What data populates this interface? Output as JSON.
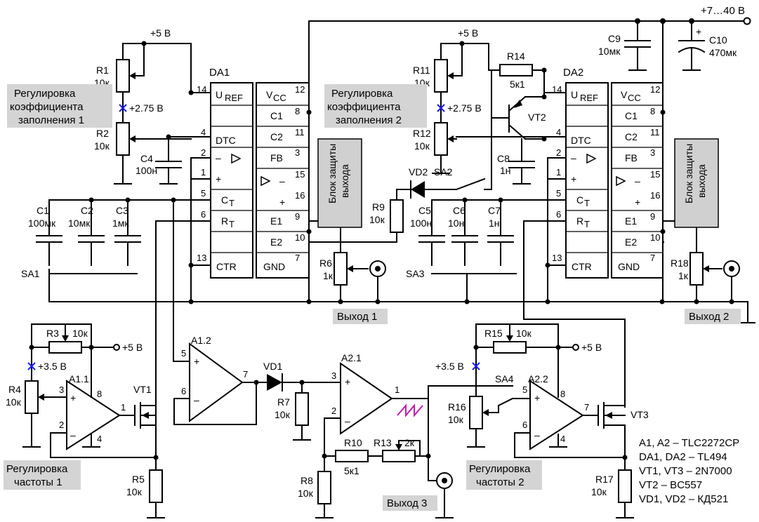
{
  "supply": {
    "main": "+7…40 В",
    "p5": "+5 В",
    "v275": "+2.75 В",
    "v35": "+3.5 В"
  },
  "notes": {
    "duty1": [
      "Регулировка",
      "коэффициента",
      "заполнения 1"
    ],
    "duty2": [
      "Регулировка",
      "коэффициента",
      "заполнения 2"
    ],
    "freq1": [
      "Регулировка",
      "частоты 1"
    ],
    "freq2": [
      "Регулировка",
      "частоты 2"
    ]
  },
  "outputs": {
    "out1": "Выход 1",
    "out2": "Выход 2",
    "out3": "Выход 3"
  },
  "protect_block": [
    "Блок защиты",
    "выхода"
  ],
  "ic": {
    "da1": "DA1",
    "da2": "DA2",
    "pins_left": [
      "U",
      "REF",
      "DTC",
      "–",
      "+",
      "C",
      "T",
      "R",
      "T",
      "CTR"
    ],
    "pins_right": [
      "V",
      "CC",
      "C1",
      "C2",
      "FB",
      "E1",
      "E2",
      "GND"
    ],
    "pin_no": {
      "p14": "14",
      "p4": "4",
      "p2": "2",
      "p1": "1",
      "p5": "5",
      "p6": "6",
      "p13": "13",
      "p12": "12",
      "p8": "8",
      "p11": "11",
      "p3": "3",
      "p15": "15",
      "p16": "16",
      "p9": "9",
      "p10": "10",
      "p7": "7"
    }
  },
  "comp": {
    "r1": [
      "R1",
      "10к"
    ],
    "r2": [
      "R2",
      "10к"
    ],
    "c4": [
      "C4",
      "100н"
    ],
    "c1": [
      "C1",
      "100мк"
    ],
    "c2": [
      "C2",
      "10мк"
    ],
    "c3": [
      "C3",
      "1мк"
    ],
    "sa1": "SA1",
    "r6": [
      "R6",
      "1к"
    ],
    "r11": [
      "R11",
      "10к"
    ],
    "r12": [
      "R12",
      "10к"
    ],
    "r14": [
      "R14",
      "5к1"
    ],
    "vt2": "VT2",
    "c8": [
      "C8",
      "1н"
    ],
    "vd2": "VD2",
    "sa2": "SA2",
    "r9": [
      "R9",
      "10к"
    ],
    "c5": [
      "C5",
      "100н"
    ],
    "c6": [
      "C6",
      "10н"
    ],
    "c7": [
      "C7",
      "1н"
    ],
    "sa3": "SA3",
    "c9": [
      "C9",
      "10мк"
    ],
    "c10": [
      "C10",
      "470мк"
    ],
    "r18": [
      "R18",
      "1к"
    ],
    "r3": [
      "R3",
      "10к"
    ],
    "r4": [
      "R4",
      "10к"
    ],
    "a11": "A1.1",
    "vt1": "VT1",
    "r5": [
      "R5",
      "10к"
    ],
    "a12": "A1.2",
    "vd1": "VD1",
    "r7": [
      "R7",
      "10к"
    ],
    "a21": "A2.1",
    "r10": [
      "R10",
      "5к1"
    ],
    "r13": [
      "R13",
      "2к"
    ],
    "r8": [
      "R8",
      "10к"
    ],
    "r15": [
      "R15",
      "10к"
    ],
    "sa4": "SA4",
    "r16": [
      "R16",
      "10к"
    ],
    "a22": "A2.2",
    "vt3": "VT3",
    "r17": [
      "R17",
      "10к"
    ]
  },
  "opamp_pins": {
    "a11": [
      "3",
      "2",
      "8",
      "4",
      "1"
    ],
    "a12": [
      "5",
      "6",
      "7"
    ],
    "a21": [
      "3",
      "2",
      "1"
    ],
    "a22": [
      "5",
      "6",
      "8",
      "4",
      "7"
    ]
  },
  "legend": [
    "A1, A2 – TLC2272CP",
    "DA1, DA2 – TL494",
    "VT1, VT3 – 2N7000",
    "VT2 – BC557",
    "VD1, VD2 – КД521"
  ],
  "colors": {
    "marker": "#1a1aff",
    "sawtooth": "#c21bb3",
    "shade": "#d4d4d4"
  }
}
